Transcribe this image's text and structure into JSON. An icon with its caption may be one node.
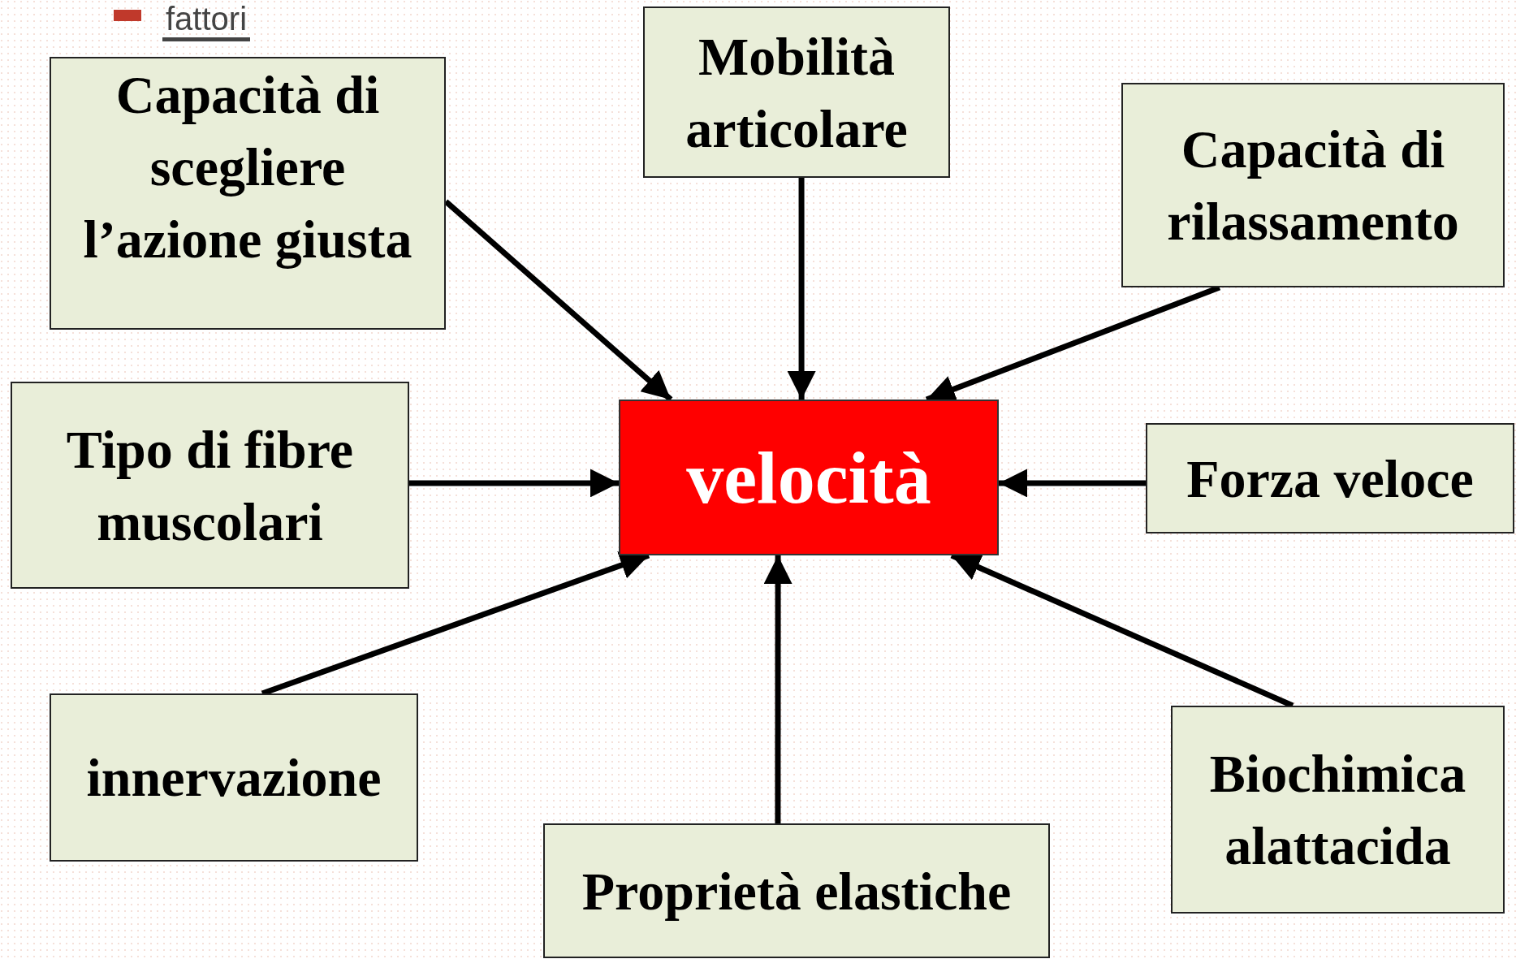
{
  "diagram": {
    "title": "fattori",
    "nodes": [
      {
        "text": [
          "velocità"
        ]
      },
      {
        "text": [
          "Mobilità articolare"
        ]
      },
      {
        "text": [
          "Capacità di scegliere l’azione giusta"
        ]
      },
      {
        "text": [
          "Capacità di rilassamento"
        ]
      },
      {
        "text": [
          "Tipo di fibre muscolari"
        ]
      },
      {
        "text": [
          "Forza veloce"
        ]
      },
      {
        "text": [
          "innervazione"
        ]
      },
      {
        "text": [
          "Proprietà elastiche"
        ]
      },
      {
        "text": [
          "Biochimica alattacida"
        ]
      }
    ],
    "edges": [
      {
        "from": 2,
        "to": 0,
        "arrow": "to"
      },
      {
        "from": 1,
        "to": 0,
        "arrow": "to"
      },
      {
        "from": 3,
        "to": 0,
        "arrow": "to"
      },
      {
        "from": 4,
        "to": 0,
        "arrow": "to"
      },
      {
        "from": 5,
        "to": 0,
        "arrow": "to"
      },
      {
        "from": 6,
        "to": 0,
        "arrow": "to"
      },
      {
        "from": 7,
        "to": 0,
        "arrow": "to"
      },
      {
        "from": 8,
        "to": 0,
        "arrow": "to"
      }
    ]
  }
}
